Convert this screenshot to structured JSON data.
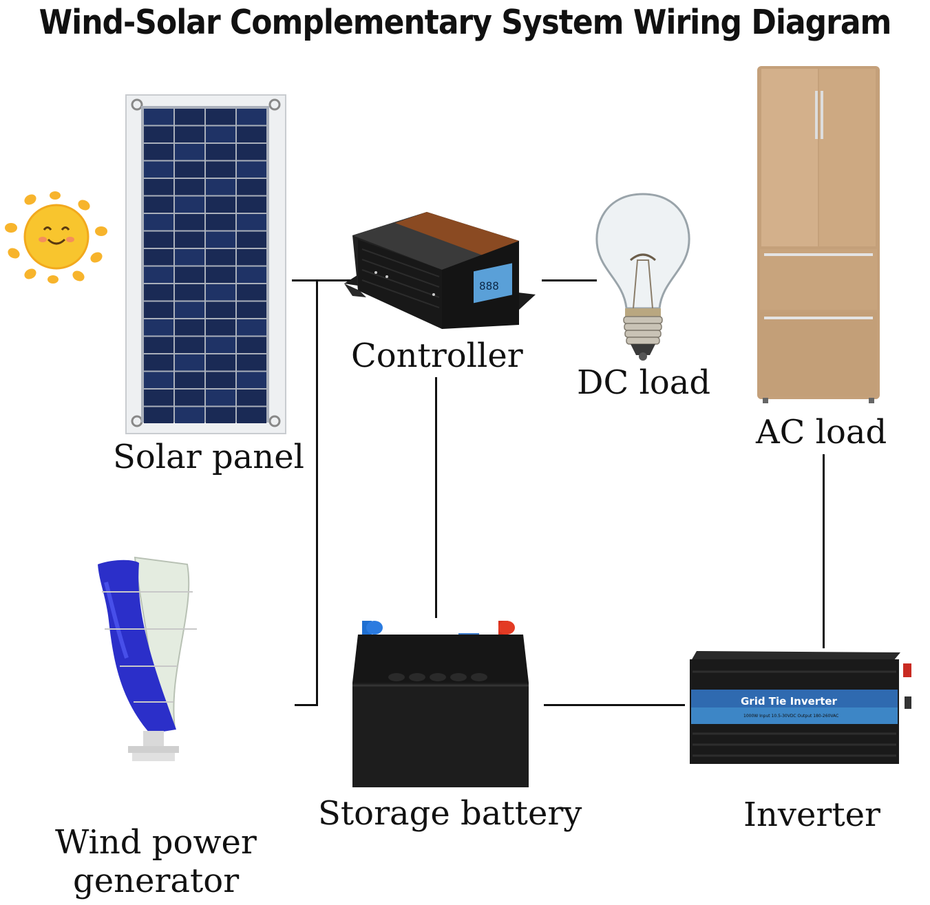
{
  "diagram": {
    "title": "Wind-Solar Complementary System Wiring Diagram",
    "components": {
      "solar_panel": "Solar panel",
      "controller": "Controller",
      "dc_load": "DC load",
      "ac_load": "AC load",
      "wind_generator_line1": "Wind power",
      "wind_generator_line2": "generator",
      "storage_battery": "Storage battery",
      "inverter": "Inverter"
    },
    "inverter_panel_text": "Grid Tie Inverter",
    "inverter_spec_text": "1000W  Input 10.5-30VDC Output 180-260VAC",
    "controller_display": "888",
    "icons": [
      "sun-icon",
      "solar-panel-image",
      "controller-image",
      "light-bulb-image",
      "refrigerator-image",
      "wind-turbine-image",
      "battery-image",
      "inverter-image"
    ],
    "colors": {
      "wire": "#111111",
      "sun": "#f7b42c",
      "panel_cell": "#1a2a55",
      "battery_positive": "#d8301d",
      "battery_negative": "#1f6fd1",
      "fridge": "#c8a47c",
      "turbine_blade": "#2233cc"
    }
  }
}
